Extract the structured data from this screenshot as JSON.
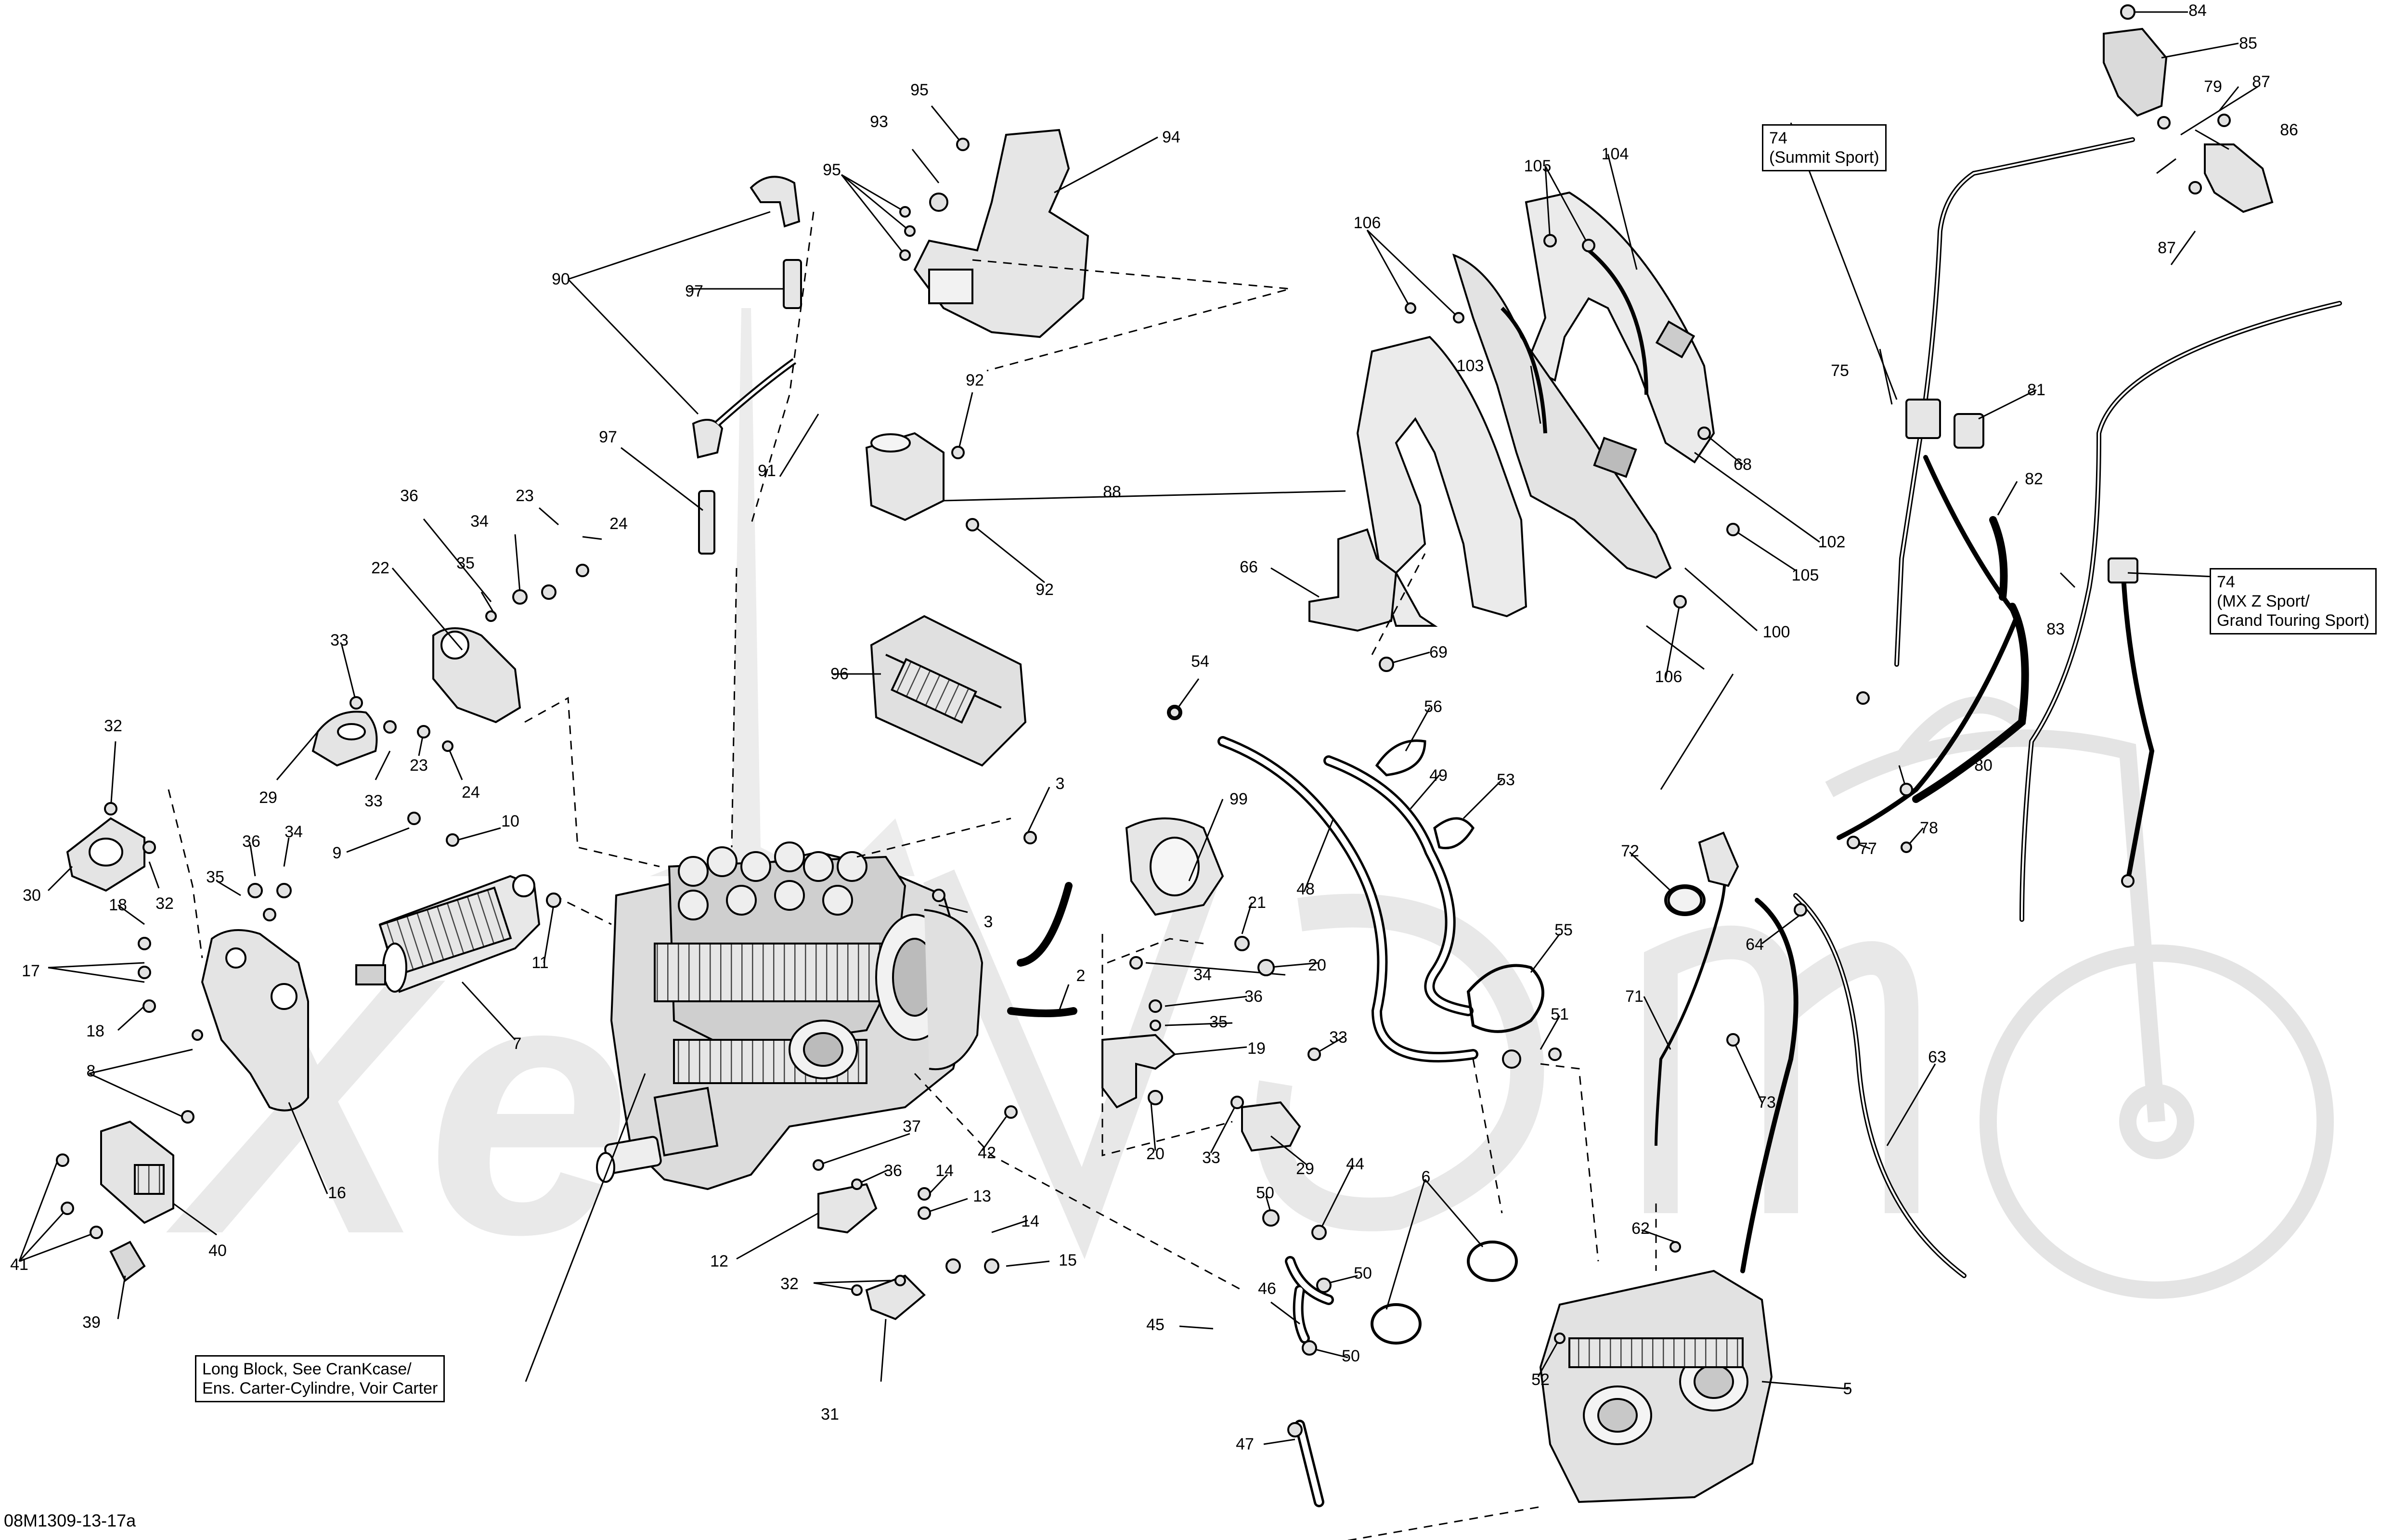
{
  "document_code": "08M1309-13-17a",
  "watermark_text": "Xe",
  "notes": {
    "long_block": [
      "Long Block, See CranKcase/",
      "Ens. Carter-Cylindre, Voir Carter"
    ],
    "summit": [
      "74",
      "(Summit Sport)"
    ],
    "mxz": [
      "74",
      "(MX Z Sport/",
      "Grand Touring Sport)"
    ]
  },
  "callouts": [
    {
      "id": "c84",
      "text": "84"
    },
    {
      "id": "c85",
      "text": "85"
    },
    {
      "id": "c79",
      "text": "79"
    },
    {
      "id": "c87a",
      "text": "87"
    },
    {
      "id": "c86",
      "text": "86"
    },
    {
      "id": "c87b",
      "text": "87"
    },
    {
      "id": "c95a",
      "text": "95"
    },
    {
      "id": "c93",
      "text": "93"
    },
    {
      "id": "c94",
      "text": "94"
    },
    {
      "id": "c95b",
      "text": "95"
    },
    {
      "id": "c97a",
      "text": "97"
    },
    {
      "id": "c90",
      "text": "90"
    },
    {
      "id": "c92a",
      "text": "92"
    },
    {
      "id": "c91",
      "text": "91"
    },
    {
      "id": "c88",
      "text": "88"
    },
    {
      "id": "c92b",
      "text": "92"
    },
    {
      "id": "c97b",
      "text": "97"
    },
    {
      "id": "c96",
      "text": "96"
    },
    {
      "id": "c105a",
      "text": "105"
    },
    {
      "id": "c104",
      "text": "104"
    },
    {
      "id": "c106a",
      "text": "106"
    },
    {
      "id": "c103",
      "text": "103"
    },
    {
      "id": "c68",
      "text": "68"
    },
    {
      "id": "c102",
      "text": "102"
    },
    {
      "id": "c105b",
      "text": "105"
    },
    {
      "id": "c100",
      "text": "100"
    },
    {
      "id": "c106b",
      "text": "106"
    },
    {
      "id": "c66",
      "text": "66"
    },
    {
      "id": "c69",
      "text": "69"
    },
    {
      "id": "c75",
      "text": "75"
    },
    {
      "id": "c81",
      "text": "81"
    },
    {
      "id": "c82",
      "text": "82"
    },
    {
      "id": "c83",
      "text": "83"
    },
    {
      "id": "c80",
      "text": "80"
    },
    {
      "id": "c78",
      "text": "78"
    },
    {
      "id": "c77",
      "text": "77"
    },
    {
      "id": "c36a",
      "text": "36"
    },
    {
      "id": "c34a",
      "text": "34"
    },
    {
      "id": "c23a",
      "text": "23"
    },
    {
      "id": "c24a",
      "text": "24"
    },
    {
      "id": "c22",
      "text": "22"
    },
    {
      "id": "c35a",
      "text": "35"
    },
    {
      "id": "c33a",
      "text": "33"
    },
    {
      "id": "c32a",
      "text": "32"
    },
    {
      "id": "c29a",
      "text": "29"
    },
    {
      "id": "c33b",
      "text": "33"
    },
    {
      "id": "c23b",
      "text": "23"
    },
    {
      "id": "c24b",
      "text": "24"
    },
    {
      "id": "c9",
      "text": "9"
    },
    {
      "id": "c10",
      "text": "10"
    },
    {
      "id": "c30",
      "text": "30"
    },
    {
      "id": "c32b",
      "text": "32"
    },
    {
      "id": "c36b",
      "text": "36"
    },
    {
      "id": "c34b",
      "text": "34"
    },
    {
      "id": "c35b",
      "text": "35"
    },
    {
      "id": "c18a",
      "text": "18"
    },
    {
      "id": "c17",
      "text": "17"
    },
    {
      "id": "c18b",
      "text": "18"
    },
    {
      "id": "c11",
      "text": "11"
    },
    {
      "id": "c7",
      "text": "7"
    },
    {
      "id": "c8",
      "text": "8"
    },
    {
      "id": "c16",
      "text": "16"
    },
    {
      "id": "c41",
      "text": "41"
    },
    {
      "id": "c40",
      "text": "40"
    },
    {
      "id": "c39",
      "text": "39"
    },
    {
      "id": "c3a",
      "text": "3"
    },
    {
      "id": "c3b",
      "text": "3"
    },
    {
      "id": "c99",
      "text": "99"
    },
    {
      "id": "c54",
      "text": "54"
    },
    {
      "id": "c56",
      "text": "56"
    },
    {
      "id": "c49",
      "text": "49"
    },
    {
      "id": "c53",
      "text": "53"
    },
    {
      "id": "c48",
      "text": "48"
    },
    {
      "id": "c55",
      "text": "55"
    },
    {
      "id": "c51",
      "text": "51"
    },
    {
      "id": "c21",
      "text": "21"
    },
    {
      "id": "c20a",
      "text": "20"
    },
    {
      "id": "c34c",
      "text": "34"
    },
    {
      "id": "c2",
      "text": "2"
    },
    {
      "id": "c36c",
      "text": "36"
    },
    {
      "id": "c35c",
      "text": "35"
    },
    {
      "id": "c19",
      "text": "19"
    },
    {
      "id": "c33c",
      "text": "33"
    },
    {
      "id": "c20b",
      "text": "20"
    },
    {
      "id": "c33d",
      "text": "33"
    },
    {
      "id": "c29b",
      "text": "29"
    },
    {
      "id": "c37",
      "text": "37"
    },
    {
      "id": "c42",
      "text": "42"
    },
    {
      "id": "c36d",
      "text": "36"
    },
    {
      "id": "c14a",
      "text": "14"
    },
    {
      "id": "c13",
      "text": "13"
    },
    {
      "id": "c14b",
      "text": "14"
    },
    {
      "id": "c12",
      "text": "12"
    },
    {
      "id": "c15",
      "text": "15"
    },
    {
      "id": "c32c",
      "text": "32"
    },
    {
      "id": "c31",
      "text": "31"
    },
    {
      "id": "c50a",
      "text": "50"
    },
    {
      "id": "c44",
      "text": "44"
    },
    {
      "id": "c50b",
      "text": "50"
    },
    {
      "id": "c46",
      "text": "46"
    },
    {
      "id": "c45",
      "text": "45"
    },
    {
      "id": "c50c",
      "text": "50"
    },
    {
      "id": "c47",
      "text": "47"
    },
    {
      "id": "c6",
      "text": "6"
    },
    {
      "id": "c72",
      "text": "72"
    },
    {
      "id": "c64",
      "text": "64"
    },
    {
      "id": "c71",
      "text": "71"
    },
    {
      "id": "c73",
      "text": "73"
    },
    {
      "id": "c63",
      "text": "63"
    },
    {
      "id": "c62",
      "text": "62"
    },
    {
      "id": "c52",
      "text": "52"
    },
    {
      "id": "c5",
      "text": "5"
    }
  ]
}
